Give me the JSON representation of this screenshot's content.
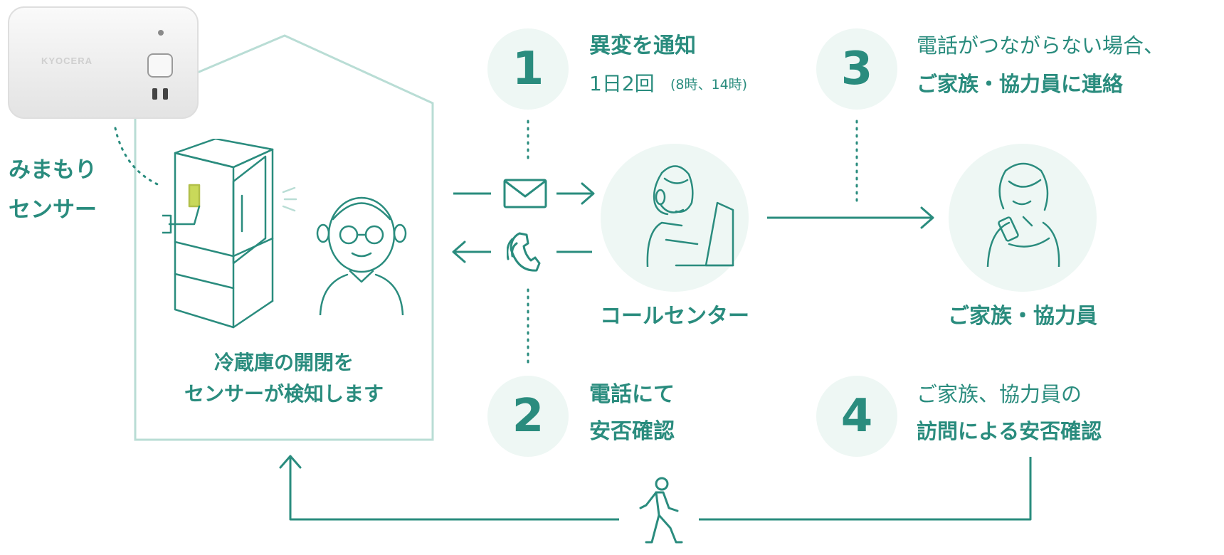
{
  "colors": {
    "primary": "#2a8c7e",
    "house_outline": "#b9ddd5",
    "circle_fill": "#eef7f4",
    "sensor_body": "#f2f2f2",
    "sensor_tag": "#c9d95a"
  },
  "sensor": {
    "brand": "KYOCERA",
    "label_lines": [
      "みまもり",
      "センサー"
    ]
  },
  "house": {
    "caption_lines": [
      "冷蔵庫の開閉を",
      "センサーが検知します"
    ]
  },
  "steps": [
    {
      "number": "1",
      "lines": [
        "異変を通知",
        "1日2回"
      ],
      "note": "(8時、14時)"
    },
    {
      "number": "2",
      "lines": [
        "電話にて",
        "安否確認"
      ]
    },
    {
      "number": "3",
      "lines": [
        "電話がつながらない場合、",
        "ご家族・協力員に連絡"
      ]
    },
    {
      "number": "4",
      "lines": [
        "ご家族、協力員の",
        "訪問による安否確認"
      ]
    }
  ],
  "nodes": {
    "call_center": "コールセンター",
    "family": "ご家族・協力員"
  },
  "icons": {
    "notify": "envelope-icon",
    "call": "phone-icon",
    "visit": "walking-person-icon"
  }
}
